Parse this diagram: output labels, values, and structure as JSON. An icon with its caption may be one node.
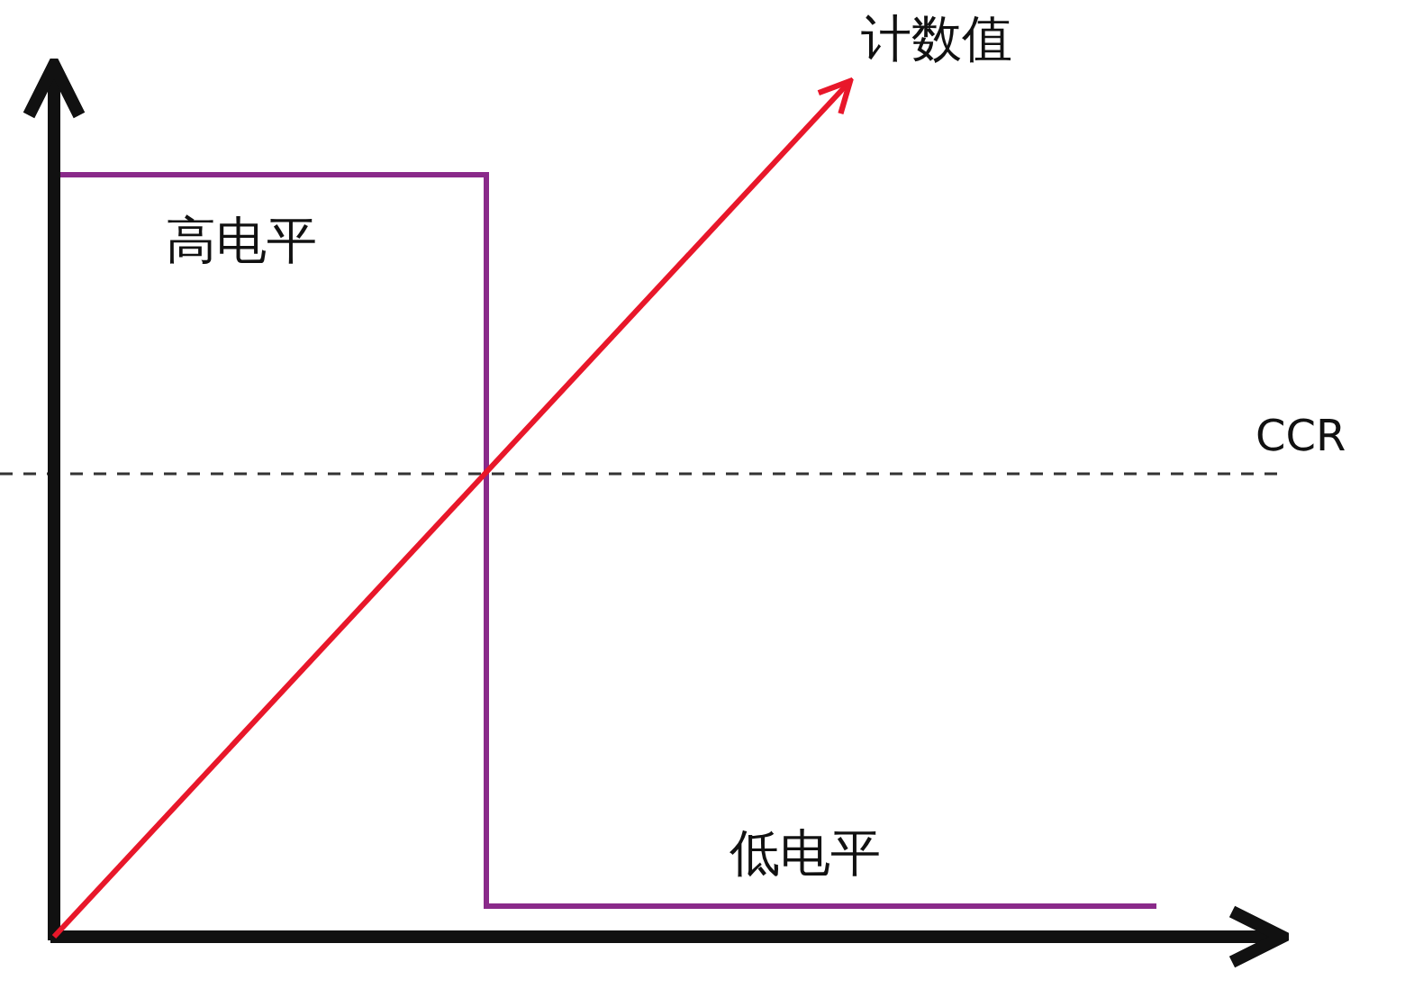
{
  "diagram": {
    "labels": [
      "计数值",
      "高电平",
      "CCR",
      "低电平"
    ]
  }
}
